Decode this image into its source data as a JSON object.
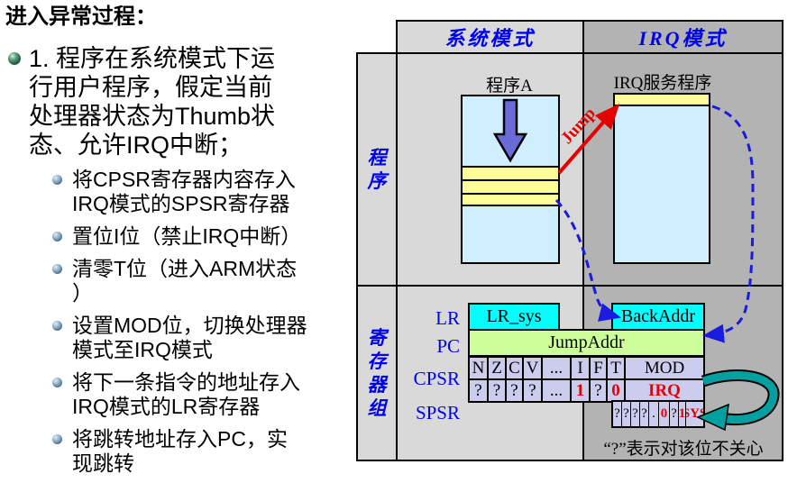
{
  "left": {
    "title": "进入异常过程：",
    "item1": "1. 程序在系统模式下运\n行用户程序，假定当前\n处理器状态为Thumb状\n态、允许IRQ中断；",
    "sub_items": [
      "将CPSR寄存器内容存入\nIRQ模式的SPSR寄存器",
      "置位I位（禁止IRQ中断）",
      "清零T位（进入ARM状态\n）",
      "设置MOD位，切换处理器\n模式至IRQ模式",
      "将下一条指令的地址存入\nIRQ模式的LR寄存器",
      "将跳转地址存入PC，实\n现跳转"
    ]
  },
  "diagram": {
    "header": {
      "system": "系统模式",
      "irq": "IRQ模式"
    },
    "row_labels": {
      "program": "程\n序",
      "registers": "寄\n存\n器\n组"
    },
    "program_row": {
      "program_a": "程序A",
      "irq_service": "IRQ服务程序",
      "jump": "Jump"
    },
    "registers": {
      "labels": {
        "lr": "LR",
        "pc": "PC",
        "cpsr": "CPSR",
        "spsr": "SPSR"
      },
      "lr_sys": "LR_sys",
      "back_addr": "BackAddr",
      "jump_addr": "JumpAddr",
      "cpsr_bits": [
        "N",
        "Z",
        "C",
        "V",
        "...",
        "I",
        "F",
        "T",
        "MOD"
      ],
      "cpsr_values": [
        "?",
        "?",
        "?",
        "?",
        "...",
        "1",
        "?",
        "0",
        "IRQ"
      ],
      "spsr_values": [
        "?",
        "?",
        "?",
        "?",
        ".",
        "0",
        "?",
        "1",
        "SYS"
      ],
      "note": "“?”表示对该位不关心"
    },
    "colors": {
      "blue_label": "#0000ee",
      "red_accent": "#e60000",
      "system_gray": "#d9d9d9",
      "irq_gray": "#b3b3b3",
      "program_blue": "#cfefff",
      "highlight_yellow": "#ffff99",
      "register_cyan": "#00ffff",
      "pc_green": "#ccff99",
      "cpsr_lavender": "#ccccee",
      "teal_arrow": "#00a0a0",
      "dashed_blue": "#1a1ae0"
    }
  }
}
